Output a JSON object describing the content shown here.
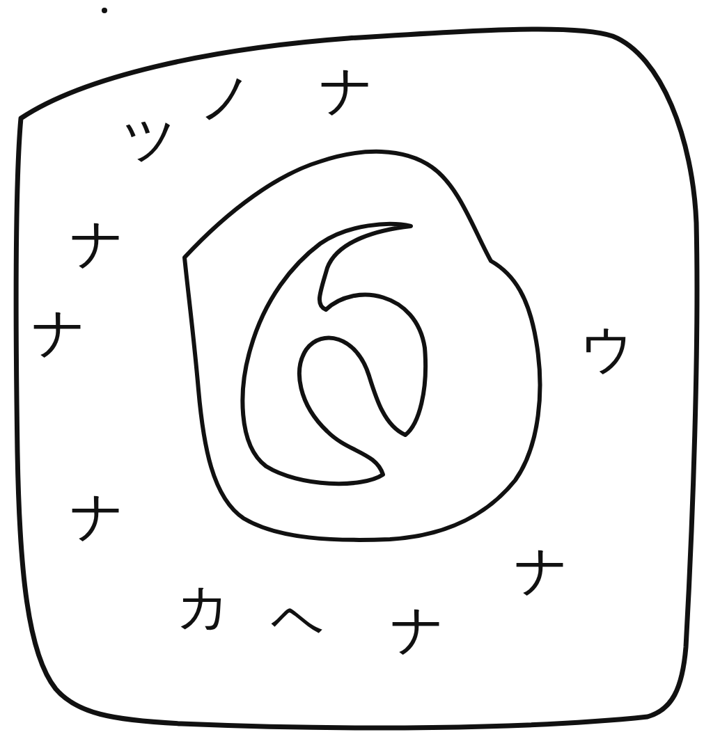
{
  "diagram": {
    "nodes": [
      {
        "text": [
          "ツ",
          "ノ",
          "ナ",
          "ナ",
          "ナ",
          "ウ",
          "ナ",
          "ナ",
          "カ",
          "ヘ",
          "ナ"
        ]
      }
    ]
  }
}
